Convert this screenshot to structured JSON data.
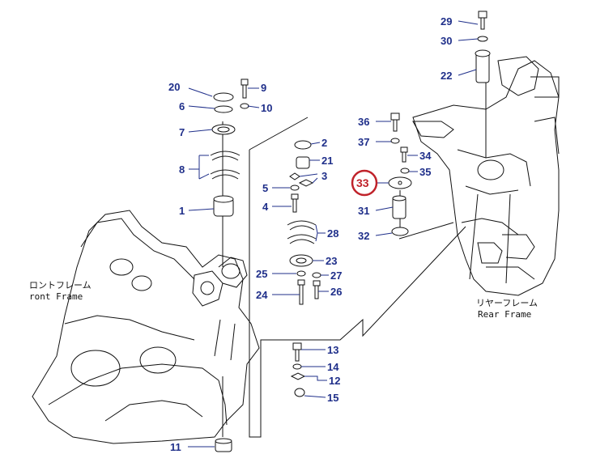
{
  "parts": {
    "p1": "1",
    "p2": "2",
    "p3": "3",
    "p4": "4",
    "p5": "5",
    "p6": "6",
    "p7": "7",
    "p8": "8",
    "p9": "9",
    "p10": "10",
    "p11": "11",
    "p12": "12",
    "p13": "13",
    "p14": "14",
    "p15": "15",
    "p20": "20",
    "p21": "21",
    "p22": "22",
    "p23": "23",
    "p24": "24",
    "p25": "25",
    "p26": "26",
    "p27": "27",
    "p28": "28",
    "p29": "29",
    "p30": "30",
    "p31": "31",
    "p32": "32",
    "p33": "33",
    "p34": "34",
    "p35": "35",
    "p36": "36",
    "p37": "37"
  },
  "labels": {
    "front_frame_jp": "ロントフレーム",
    "front_frame_en": "ront Frame",
    "rear_frame_jp": "リヤーフレーム",
    "rear_frame_en": "Rear Frame"
  },
  "colors": {
    "callout": "#1f2f8a",
    "highlight": "#c0232b",
    "line": "#111111"
  },
  "highlight_part": "33"
}
